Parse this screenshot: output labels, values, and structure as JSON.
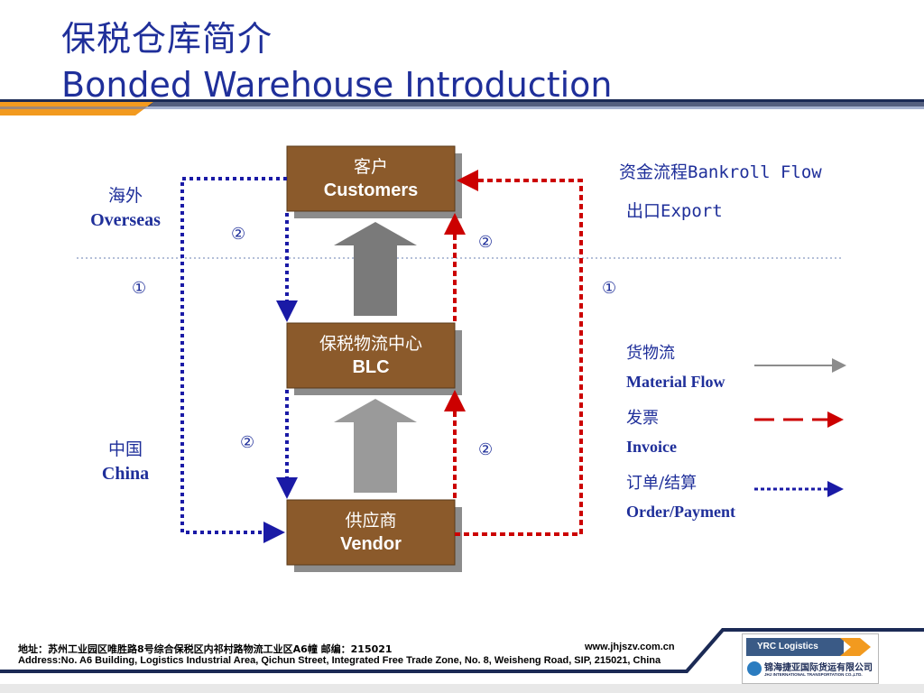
{
  "title": {
    "zh": "保税仓库简介",
    "en": "Bonded Warehouse Introduction"
  },
  "regions": {
    "overseas": {
      "zh": "海外",
      "en": "Overseas"
    },
    "china": {
      "zh": "中国",
      "en": "China"
    }
  },
  "boxes": {
    "customers": {
      "zh": "客户",
      "en": "Customers"
    },
    "blc": {
      "zh": "保税物流中心",
      "en": "BLC"
    },
    "vendor": {
      "zh": "供应商",
      "en": "Vendor"
    }
  },
  "markers": {
    "circled_one": "①",
    "circled_two": "②"
  },
  "flow_header": {
    "title": "资金流程Bankroll Flow",
    "subtitle": "出口Export"
  },
  "legend": {
    "material_zh": "货物流",
    "material_en": "Material Flow",
    "invoice_zh": "发票",
    "invoice_en": "Invoice",
    "order_zh": "订单/结算",
    "order_en": "Order/Payment"
  },
  "footer": {
    "address_zh": "地址：苏州工业园区唯胜路8号综合保税区内祁村路物流工业区A6幢   邮编：215021",
    "website": "www.jhjszv.com.cn",
    "address_en": "Address:No. A6 Building, Logistics Industrial Area, Qichun Street, Integrated Free Trade Zone, No. 8, Weisheng Road, SIP, 215021, China"
  },
  "logo": {
    "brand": "YRC Logistics",
    "company_zh": "锦海捷亚国际货运有限公司",
    "company_en": "JHJ INTERNATIONAL TRANSPORTATION CO.,LTD."
  },
  "colors": {
    "title": "#1f2f9a",
    "box_fill": "#8b5a2b",
    "box_shadow": "#8c8c8c",
    "order_flow": "#1a1aa6",
    "invoice_flow": "#cc0000",
    "material_flow": "#8c8c8c",
    "header_orange": "#f29a1f",
    "header_navy": "#1b2a55"
  }
}
